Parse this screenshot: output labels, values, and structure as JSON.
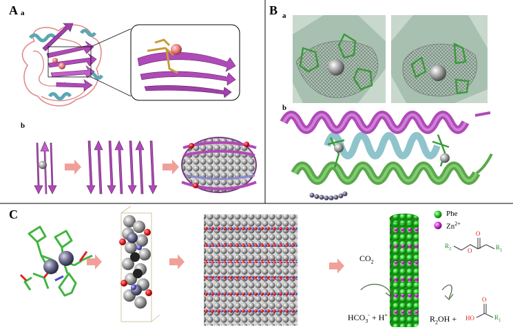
{
  "panels": {
    "A": {
      "label": "A",
      "sub_a": "a",
      "sub_b": "b"
    },
    "B": {
      "label": "B",
      "sub_a": "a",
      "sub_b": "b"
    },
    "C": {
      "label": "C"
    }
  },
  "legend": {
    "phe": {
      "label": "Phe",
      "color": "#22cc22"
    },
    "zn": {
      "label": "Zn",
      "sup": "2+",
      "color": "#d633d6"
    }
  },
  "reaction": {
    "co2": {
      "main": "CO",
      "sub": "2"
    },
    "hco3": {
      "main": "HCO",
      "sub": "3",
      "sup": "-",
      "tail": " + H",
      "tail_sup": "+"
    },
    "r2oh": {
      "main": "R",
      "sub": "2",
      "tail": "OH  +"
    },
    "ester_r2": {
      "main": "R",
      "sub": "2"
    },
    "ester_r1": {
      "main": "R",
      "sub": "1"
    },
    "acid_ho": "HO",
    "acid_r1": {
      "main": "R",
      "sub": "1"
    },
    "o_atom": "O"
  },
  "colors": {
    "magenta": "#b04ab8",
    "green": "#5aa84a",
    "cyan": "#6fb7c4",
    "salmon": "#e98a8a",
    "arrow": "#f0a098",
    "oxygen": "#e02020"
  }
}
